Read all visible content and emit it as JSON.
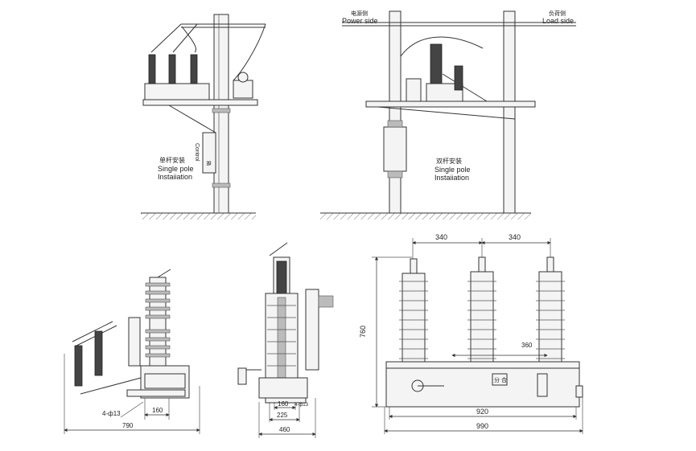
{
  "labels": {
    "single_pole_cn": "单杆安装",
    "single_pole_en": "Single pole",
    "single_pole_install": "Instaiiation",
    "control_en": "Control",
    "control_cn": "箱",
    "double_pole_cn": "双杆安装",
    "double_pole_en": "Single pole",
    "double_pole_install": "Instaiiation",
    "power_side_cn": "电源侧",
    "power_side_en": "Power side",
    "load_side_cn": "负荷侧",
    "load_side_en": "Load side",
    "panel_text": "分 合"
  },
  "dimensions": {
    "side_mount_holes": "4-ф13",
    "side_hole_spacing": "160",
    "side_width": "790",
    "front_hole_spacing": "160",
    "front_hole_label": "4-ф13",
    "front_base": "225",
    "front_width": "460",
    "pole_spacing_left": "340",
    "pole_spacing_right": "340",
    "height": "760",
    "terminal_offset": "360",
    "base_length": "920",
    "overall_length": "990"
  }
}
